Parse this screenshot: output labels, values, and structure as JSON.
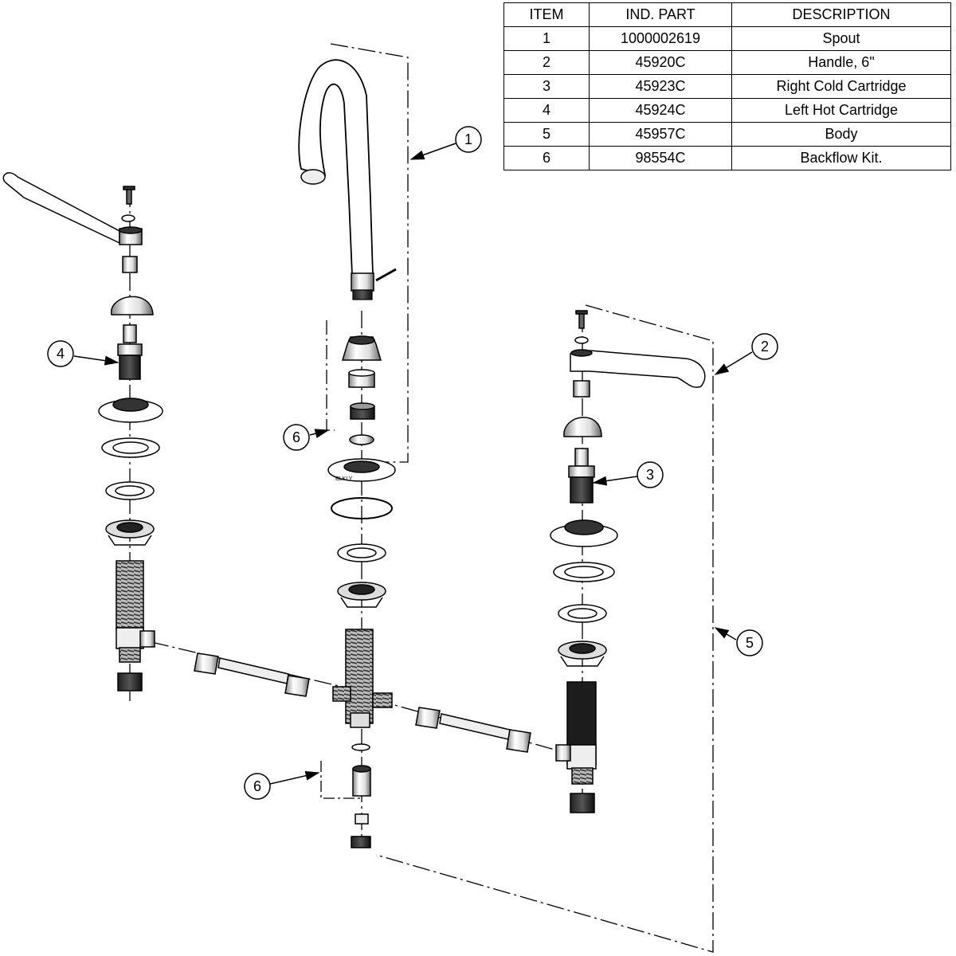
{
  "parts_table": {
    "headers": [
      "ITEM",
      "IND. PART",
      "DESCRIPTION"
    ],
    "rows": [
      [
        "1",
        "1000002619",
        "Spout"
      ],
      [
        "2",
        "45920C",
        "Handle, 6\""
      ],
      [
        "3",
        "45923C",
        "Right Cold Cartridge"
      ],
      [
        "4",
        "45924C",
        "Left Hot Cartridge"
      ],
      [
        "5",
        "45957C",
        "Body"
      ],
      [
        "6",
        "98554C",
        "Backflow Kit."
      ]
    ]
  },
  "callouts": [
    "1",
    "2",
    "3",
    "4",
    "5",
    "6",
    "6"
  ],
  "flange_mark": "BLKLY",
  "colors": {
    "line": "#000000",
    "shade": "#666666",
    "dark": "#222222",
    "paper": "#ffffff"
  }
}
